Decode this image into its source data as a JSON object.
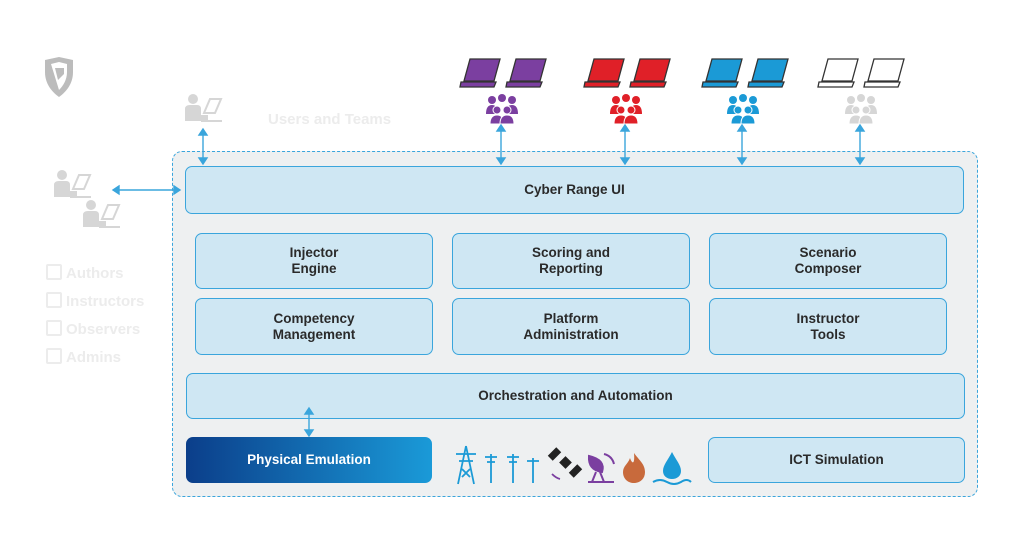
{
  "labels": {
    "users_and_teams": "Users and Teams"
  },
  "audience": [
    "Authors",
    "Instructors",
    "Observers",
    "Admins"
  ],
  "modules": {
    "cyber_range_ui": "Cyber Range UI",
    "injector_engine": "Injector\nEngine",
    "scoring_reporting": "Scoring and\nReporting",
    "scenario_composer": "Scenario\nComposer",
    "competency_management": "Competency\nManagement",
    "platform_administration": "Platform\nAdministration",
    "instructor_tools": "Instructor\nTools",
    "orchestration": "Orchestration and Automation",
    "physical_emulation": "Physical Emulation",
    "ict_simulation": "ICT Simulation"
  },
  "colors": {
    "accent": "#3aa5dc",
    "box_fill": "#cfe7f3",
    "team_purple": "#7b3fa0",
    "team_red": "#e02028",
    "team_blue": "#1b9ad6",
    "team_white": "#ffffff"
  },
  "icons": [
    "shield-logo-icon",
    "user-at-laptop-icon",
    "laptop-icon",
    "group-icon",
    "power-tower-icon",
    "utility-pole-icon",
    "satellite-icon",
    "satellite-dish-icon",
    "fire-icon",
    "water-drop-icon"
  ]
}
